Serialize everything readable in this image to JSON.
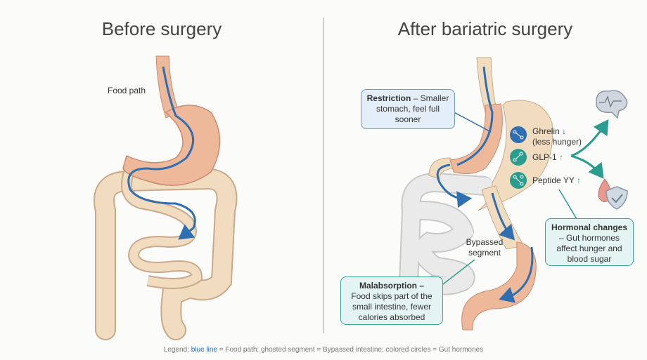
{
  "titles": {
    "before": "Before surgery",
    "after": "After bariatric surgery"
  },
  "before": {
    "food_path_label": "Food path"
  },
  "after": {
    "restriction": {
      "title": "Restriction",
      "text": " – Smaller stomach, feel full sooner"
    },
    "hormones": [
      {
        "name": "Ghrelin",
        "arrow": "↓",
        "note": "(less hunger)",
        "color": "#2f6eb0"
      },
      {
        "name": "GLP-1",
        "arrow": "↑",
        "note": "",
        "color": "#2a9d8f"
      },
      {
        "name": "Peptide YY",
        "arrow": "↑",
        "note": "",
        "color": "#2a9d8f"
      }
    ],
    "hormonal_changes": {
      "title": "Hormonal changes",
      "text": "– Gut hormones affect hunger and blood sugar"
    },
    "bypassed_label": "Bypassed segment",
    "malabsorption": {
      "title": "Malabsorption –",
      "text": "Food skips part of the small intestine, fewer calories absorbed"
    }
  },
  "legend": {
    "prefix": "Legend: ",
    "blue": "blue line",
    "rest": " = Food path; ghosted segment = Bypassed intestine; colored circles = Gut hormones"
  },
  "colors": {
    "food_path": "#2f6eb0",
    "stomach": "#eeb99a",
    "intestine": "#f1dcc0",
    "teal": "#2a9d8f"
  }
}
